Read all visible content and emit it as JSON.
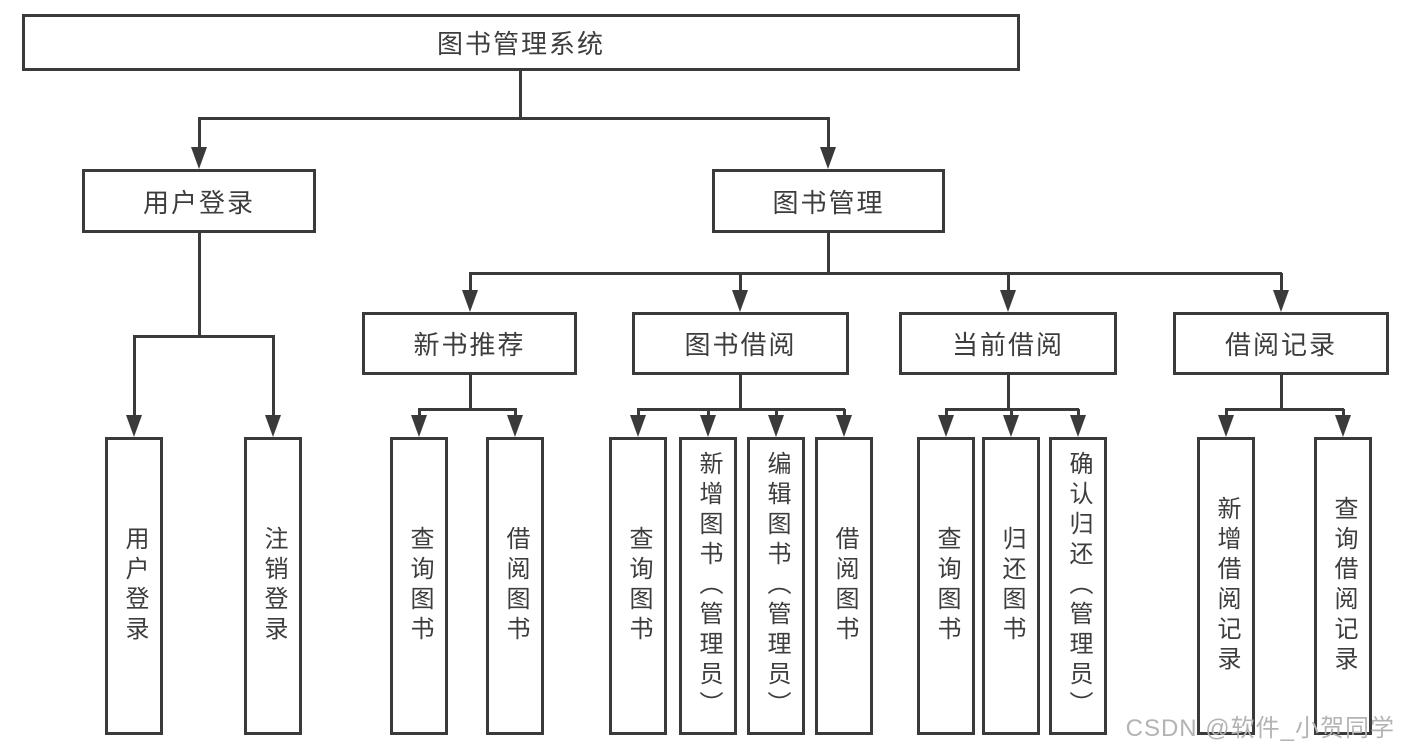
{
  "tree": {
    "root": "图书管理系统",
    "user": {
      "label": "用户登录",
      "children": [
        "用户登录",
        "注销登录"
      ]
    },
    "book": {
      "label": "图书管理",
      "sections": [
        {
          "label": "新书推荐",
          "children": [
            "查询图书",
            "借阅图书"
          ]
        },
        {
          "label": "图书借阅",
          "children": [
            "查询图书",
            "新增图书（管理员）",
            "编辑图书（管理员）",
            "借阅图书"
          ]
        },
        {
          "label": "当前借阅",
          "children": [
            "查询图书",
            "归还图书",
            "确认归还（管理员）"
          ]
        },
        {
          "label": "借阅记录",
          "children": [
            "新增借阅记录",
            "查询借阅记录"
          ]
        }
      ]
    }
  },
  "watermark": "CSDN @软件_小贺同学",
  "colors": {
    "line": "#3a3a3a",
    "text": "#3d3d3d",
    "watermark": "#b3b3b3",
    "background": "#ffffff"
  }
}
